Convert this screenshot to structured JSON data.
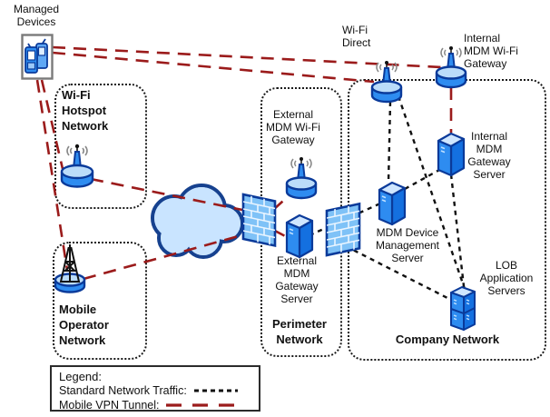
{
  "diagram_title": "MDM network architecture diagram",
  "labels": {
    "managed_devices": "Managed\nDevices",
    "wifi_hotspot_network": "Wi-Fi\nHotspot\nNetwork",
    "mobile_operator_network": "Mobile\nOperator\nNetwork",
    "wifi_direct": "Wi-Fi\nDirect",
    "internal_mdm_wifi_gateway": "Internal\nMDM Wi-Fi\nGateway",
    "external_mdm_wifi_gateway": "External\nMDM Wi-Fi\nGateway",
    "external_mdm_gateway_server": "External\nMDM\nGateway\nServer",
    "internal_mdm_gateway_server": "Internal\nMDM\nGateway\nServer",
    "mdm_device_management_server": "MDM Device\nManagement\nServer",
    "lob_application_servers": "LOB\nApplication\nServers",
    "perimeter_network": "Perimeter\nNetwork",
    "company_network": "Company Network"
  },
  "legend": {
    "title": "Legend:",
    "standard_label": "Standard Network Traffic:",
    "vpn_label": "Mobile VPN Tunnel:"
  },
  "colors": {
    "vpn_tunnel": "#9B1B1B",
    "standard_traffic": "#111111",
    "node_blue": "#2E8CF0",
    "node_blue_dark": "#0F62D6",
    "node_blue_light": "#C9E3FB",
    "outline_navy": "#0A3A9A",
    "cloud_fill": "#C9E4FF",
    "cloud_outline": "#16418F",
    "box_border": "#1a1a1a"
  },
  "nodes": [
    "Managed Devices",
    "Wi-Fi Hotspot Access Point",
    "Mobile Operator Tower",
    "Internet Cloud",
    "Outer Firewall",
    "External MDM Wi-Fi Gateway",
    "External MDM Gateway Server",
    "Inner Firewall",
    "Wi-Fi Direct Access Point",
    "Internal MDM Wi-Fi Gateway",
    "Internal MDM Gateway Server",
    "MDM Device Management Server",
    "LOB Application Servers"
  ],
  "edges": {
    "mobile_vpn_tunnel": [
      [
        "Managed Devices",
        "Internal MDM Wi-Fi Gateway"
      ],
      [
        "Managed Devices",
        "Wi-Fi Direct Access Point"
      ],
      [
        "Managed Devices",
        "Wi-Fi Hotspot Access Point"
      ],
      [
        "Managed Devices",
        "Mobile Operator Tower"
      ],
      [
        "Wi-Fi Hotspot Access Point",
        "Outer Firewall (via Internet Cloud)"
      ],
      [
        "Mobile Operator Tower",
        "Outer Firewall (via Internet Cloud)"
      ],
      [
        "Outer Firewall",
        "External MDM Wi-Fi Gateway"
      ],
      [
        "Outer Firewall",
        "External MDM Gateway Server"
      ],
      [
        "Internal MDM Wi-Fi Gateway",
        "Internal MDM Gateway Server"
      ]
    ],
    "standard_network_traffic": [
      [
        "External MDM Gateway Server",
        "MDM Device Management Server (via Inner Firewall)"
      ],
      [
        "Wi-Fi Direct Access Point",
        "MDM Device Management Server"
      ],
      [
        "Wi-Fi Direct Access Point",
        "LOB Application Servers"
      ],
      [
        "MDM Device Management Server",
        "Internal MDM Gateway Server"
      ],
      [
        "Internal MDM Gateway Server",
        "LOB Application Servers"
      ],
      [
        "Inner Firewall",
        "LOB Application Servers"
      ]
    ]
  }
}
